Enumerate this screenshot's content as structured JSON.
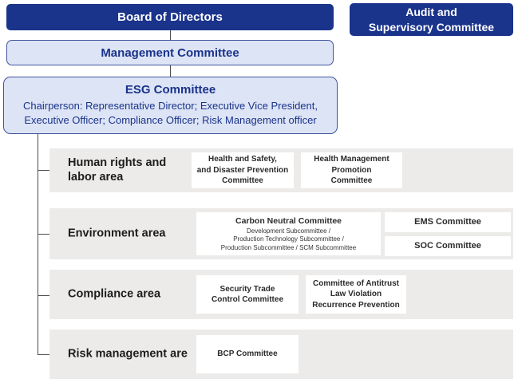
{
  "colors": {
    "navy": "#1a338b",
    "light_blue_fill": "#dde4f5",
    "blue_border": "#41549f",
    "panel_gray": "#ecebea",
    "connector_line": "#4d4d4d"
  },
  "top": {
    "board_label": "Board of Directors",
    "audit_line1": "Audit and",
    "audit_line2": "Supervisory Committee"
  },
  "management_label": "Management Committee",
  "esg": {
    "title": "ESG Committee",
    "chair_note": "Chairperson: Representative Director; Executive Vice President, Executive Officer; Compliance Officer; Risk Management officer"
  },
  "areas": [
    {
      "label": "Human rights and\nlabor area",
      "committees": [
        {
          "title": "Health and Safety,\nand Disaster Prevention\nCommittee"
        },
        {
          "title": "Health Management\nPromotion\nCommittee"
        }
      ]
    },
    {
      "label": "Environment area",
      "committees": [
        {
          "title": "Carbon Neutral Committee",
          "subtitle": "Development Subcommittee /\nProduction Technology Subcommittee /\nProduction Subcommittee / SCM Subcommittee"
        },
        {
          "title": "EMS Committee"
        },
        {
          "title": "SOC Committee"
        }
      ]
    },
    {
      "label": "Compliance area",
      "committees": [
        {
          "title": "Security Trade\nControl Committee"
        },
        {
          "title": "Committee of Antitrust\nLaw Violation\nRecurrence Prevention"
        }
      ]
    },
    {
      "label": "Risk management are",
      "committees": [
        {
          "title": "BCP Committee"
        }
      ]
    }
  ]
}
